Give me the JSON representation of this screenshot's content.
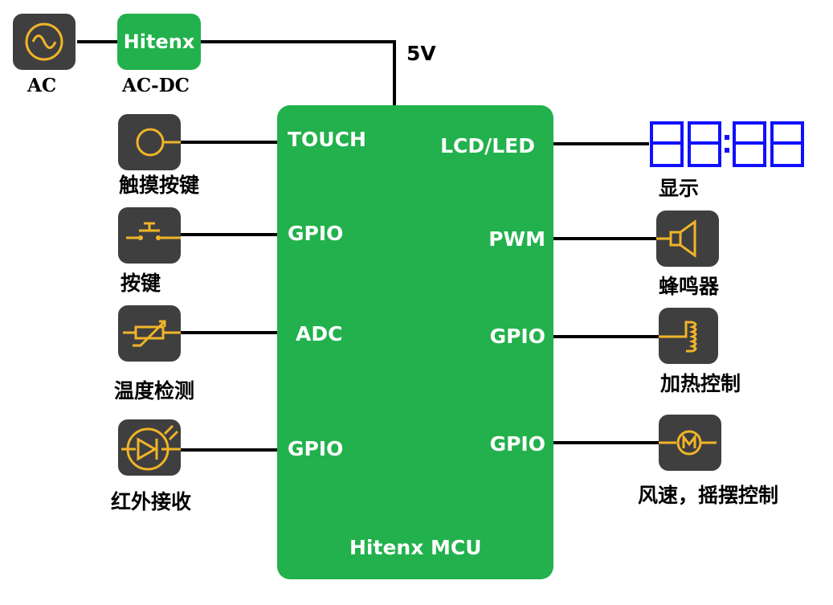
{
  "colors": {
    "mcu_green": "#22b14c",
    "icon_bg": "#3f3f3f",
    "icon_stroke": "#f0b429",
    "segment_blue": "#1010ff",
    "wire": "#000000"
  },
  "power": {
    "ac_label": "AC",
    "acdc_brand": "Hitenx",
    "acdc_label": "AC-DC",
    "voltage": "5V"
  },
  "mcu": {
    "name": "Hitenx MCU",
    "left_pins": [
      "TOUCH",
      "GPIO",
      "ADC",
      "GPIO"
    ],
    "right_pins": [
      "LCD/LED",
      "PWM",
      "GPIO",
      "GPIO"
    ]
  },
  "peripherals_left": [
    {
      "icon": "touch-key-icon",
      "label": "触摸按键"
    },
    {
      "icon": "push-button-icon",
      "label": "按键"
    },
    {
      "icon": "thermistor-icon",
      "label": "温度检测"
    },
    {
      "icon": "photodiode-icon",
      "label": "红外接收"
    }
  ],
  "peripherals_right": [
    {
      "icon": "seven-segment-display-icon",
      "label": "显示"
    },
    {
      "icon": "buzzer-icon",
      "label": "蜂鸣器"
    },
    {
      "icon": "heating-coil-icon",
      "label": "加热控制"
    },
    {
      "icon": "motor-icon",
      "label": "风速，摇摆控制"
    }
  ]
}
